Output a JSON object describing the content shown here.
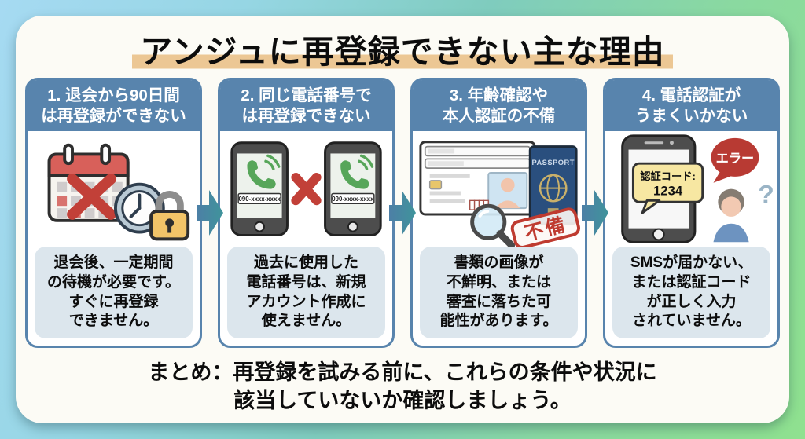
{
  "title": {
    "text": "アンジュに再登録できない主な理由"
  },
  "colors": {
    "card_blue": "#5884ad",
    "title_highlight": "#ecc794",
    "bubble_bg": "#dce6ed",
    "stamp_red": "#bf3b30",
    "error_red": "#b83a33",
    "cross_red": "#c24038",
    "background_left": "#a6daf2",
    "background_right": "#8fe18f"
  },
  "cards": [
    {
      "heading_lines": [
        "1. 退会から90日間",
        "は再登録ができない"
      ],
      "icon": "calendar-clock-lock",
      "body_lines": [
        "退会後、一定期間",
        "の待機が必要です。",
        "すぐに再登録",
        "できません。"
      ]
    },
    {
      "heading_lines": [
        "2. 同じ電話番号で",
        "は再登録できない"
      ],
      "icon": "two-phones-crossed",
      "phone_label": "090-xxxx-xxxx",
      "body_lines": [
        "過去に使用した",
        "電話番号は、新規",
        "アカウント作成に",
        "使えません。"
      ]
    },
    {
      "heading_lines": [
        "3. 年齢確認や",
        "本人認証の不備"
      ],
      "icon": "id-passport-magnifier",
      "passport_label": "PASSPORT",
      "stamp_label": "不備",
      "body_lines": [
        "書類の画像が",
        "不鮮明、または",
        "審査に落ちた可",
        "能性があります。"
      ]
    },
    {
      "heading_lines": [
        "4. 電話認証が",
        "うまくいかない"
      ],
      "icon": "phone-sms-error",
      "code_label": "認証コード:",
      "code_value": "1234",
      "error_label": "エラー",
      "question_mark": "?",
      "body_lines": [
        "SMSが届かない、",
        "または認証コード",
        "が正しく入力",
        "されていません。"
      ]
    }
  ],
  "summary_lines": [
    "まとめ：再登録を試みる前に、これらの条件や状況に",
    "該当していないか確認しましょう。"
  ]
}
